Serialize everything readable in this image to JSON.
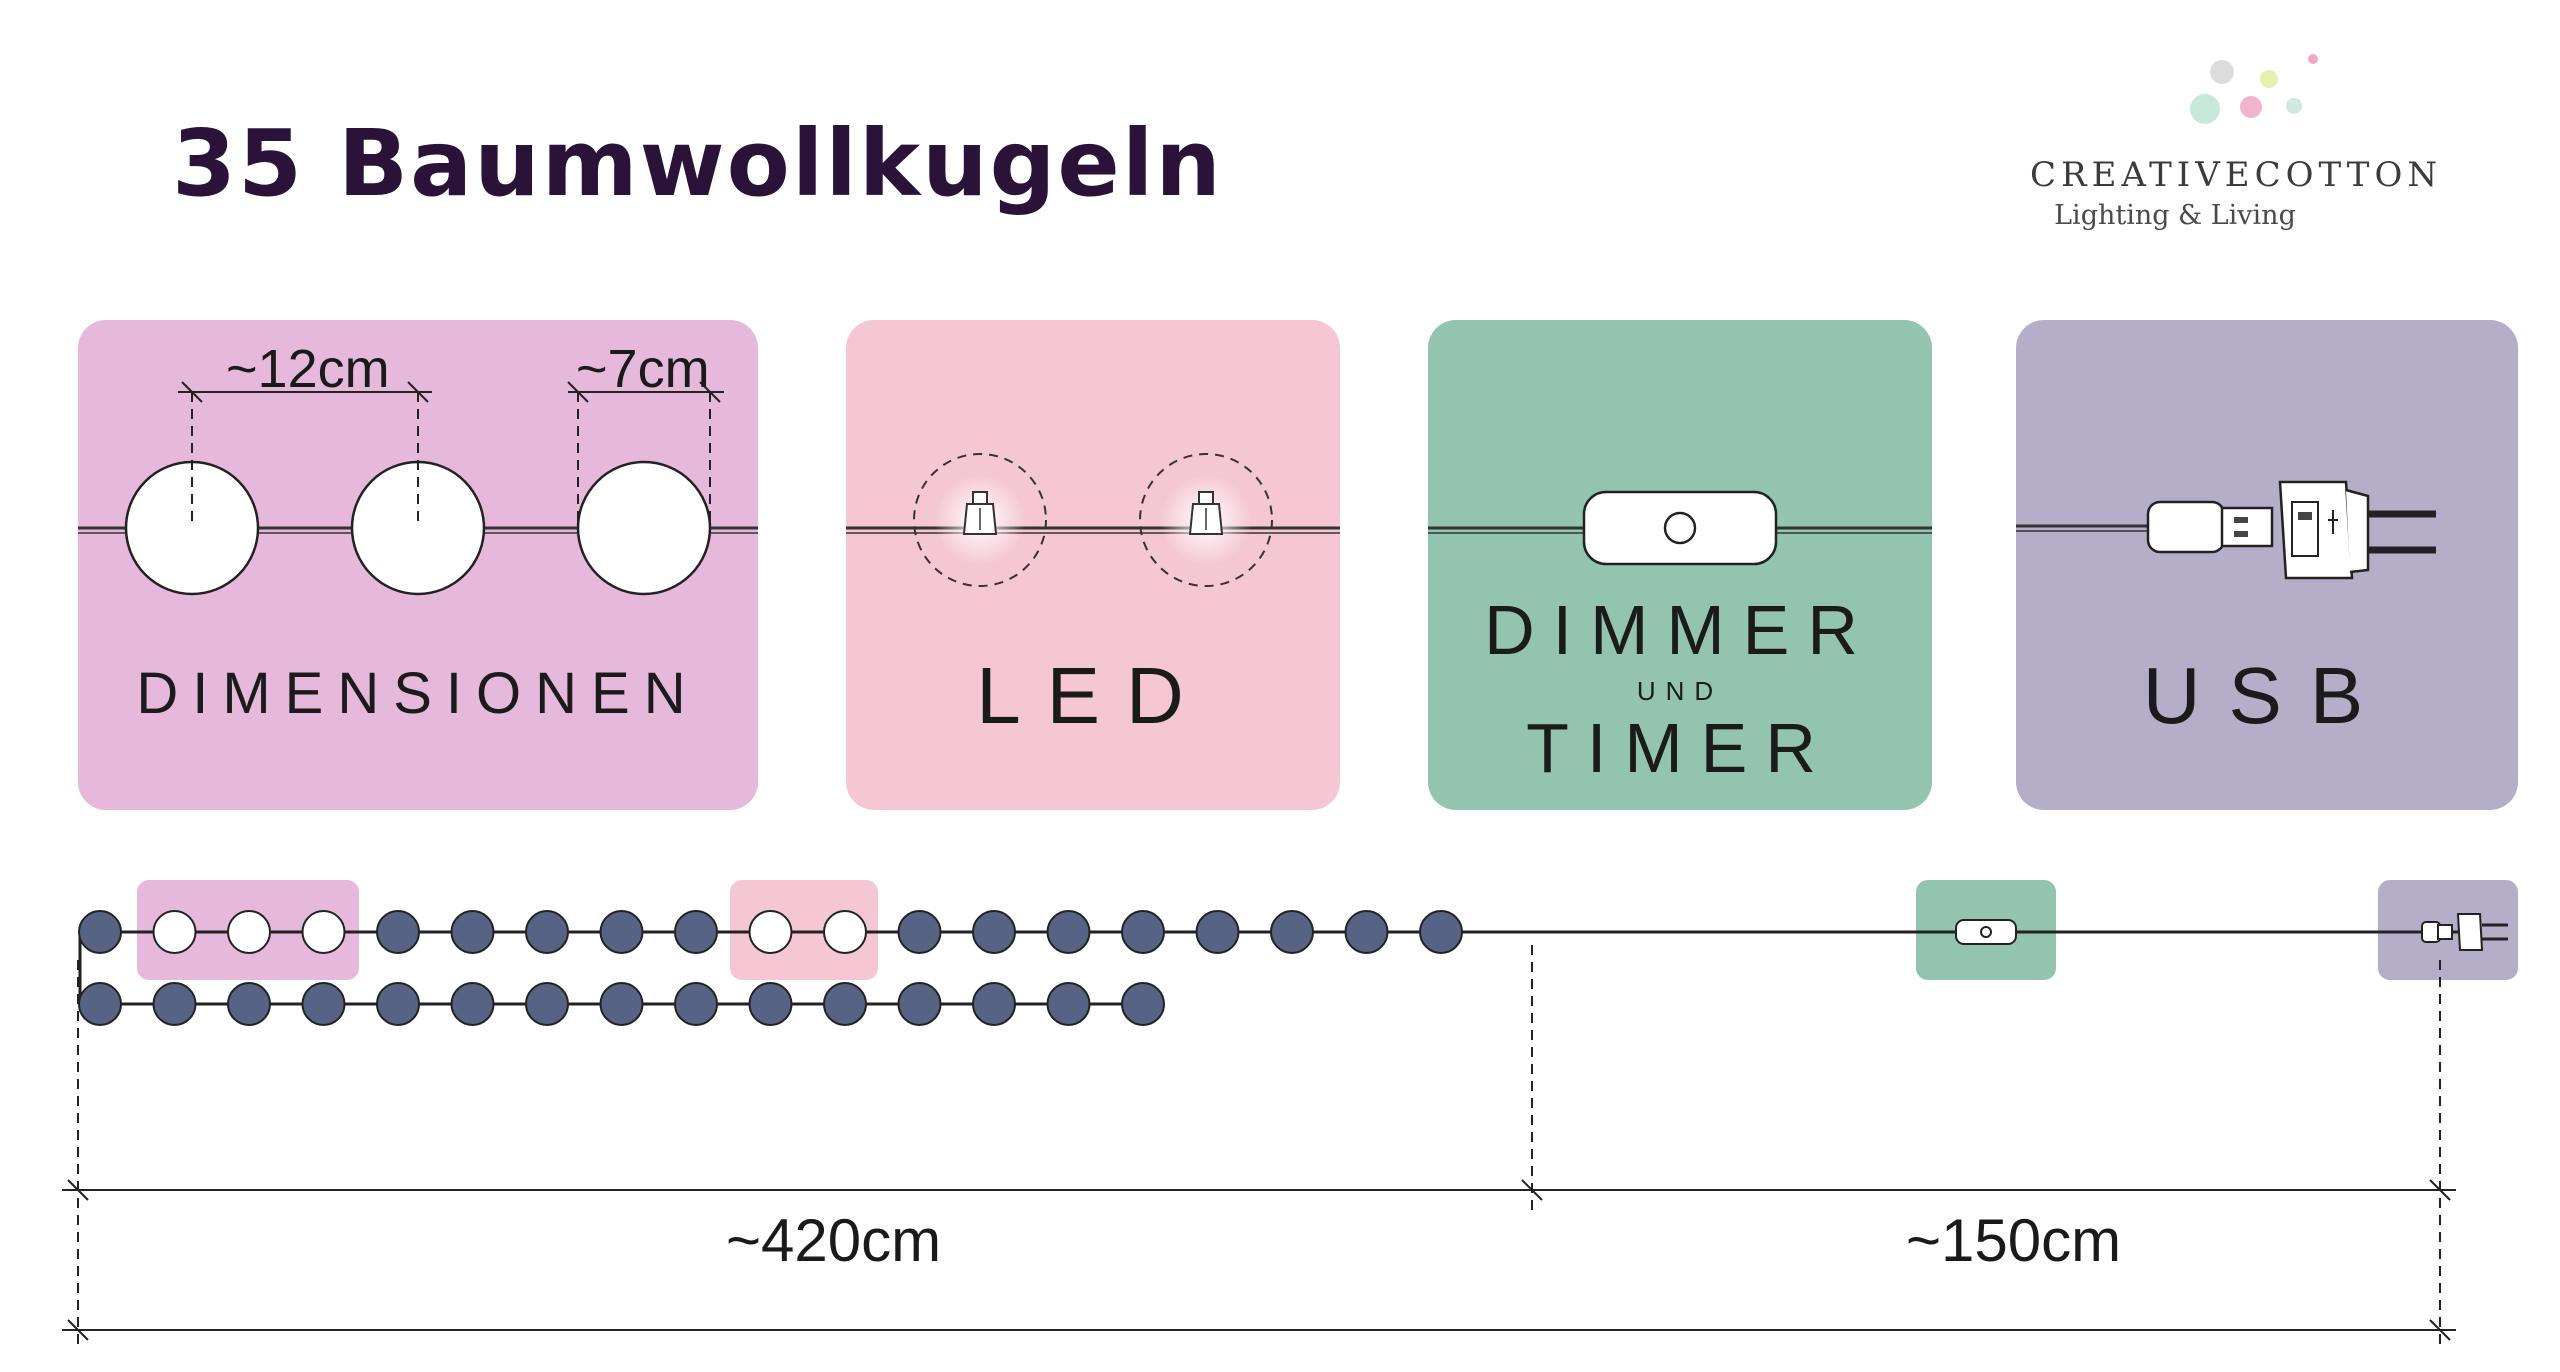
{
  "title": "35 Baumwollkugeln",
  "brand": {
    "name": "CREATIVECOTTON",
    "tagline": "Lighting & Living"
  },
  "panels": {
    "dimensions": {
      "label": "DIMENSIONEN",
      "size_large": "~12cm",
      "size_small": "~7cm",
      "color": "#e6b8dc"
    },
    "led": {
      "label": "LED",
      "color": "#f5c6d4"
    },
    "dimmer": {
      "label_top": "DIMMER",
      "label_mid": "UND",
      "label_bottom": "TIMER",
      "color": "#93c4b0"
    },
    "usb": {
      "label": "USB",
      "color": "#b5aec8"
    }
  },
  "strand": {
    "ball_color": "#566385",
    "row1_count": 19,
    "row2_count": 15
  },
  "lengths": {
    "string": "~420cm",
    "cable": "~150cm"
  }
}
